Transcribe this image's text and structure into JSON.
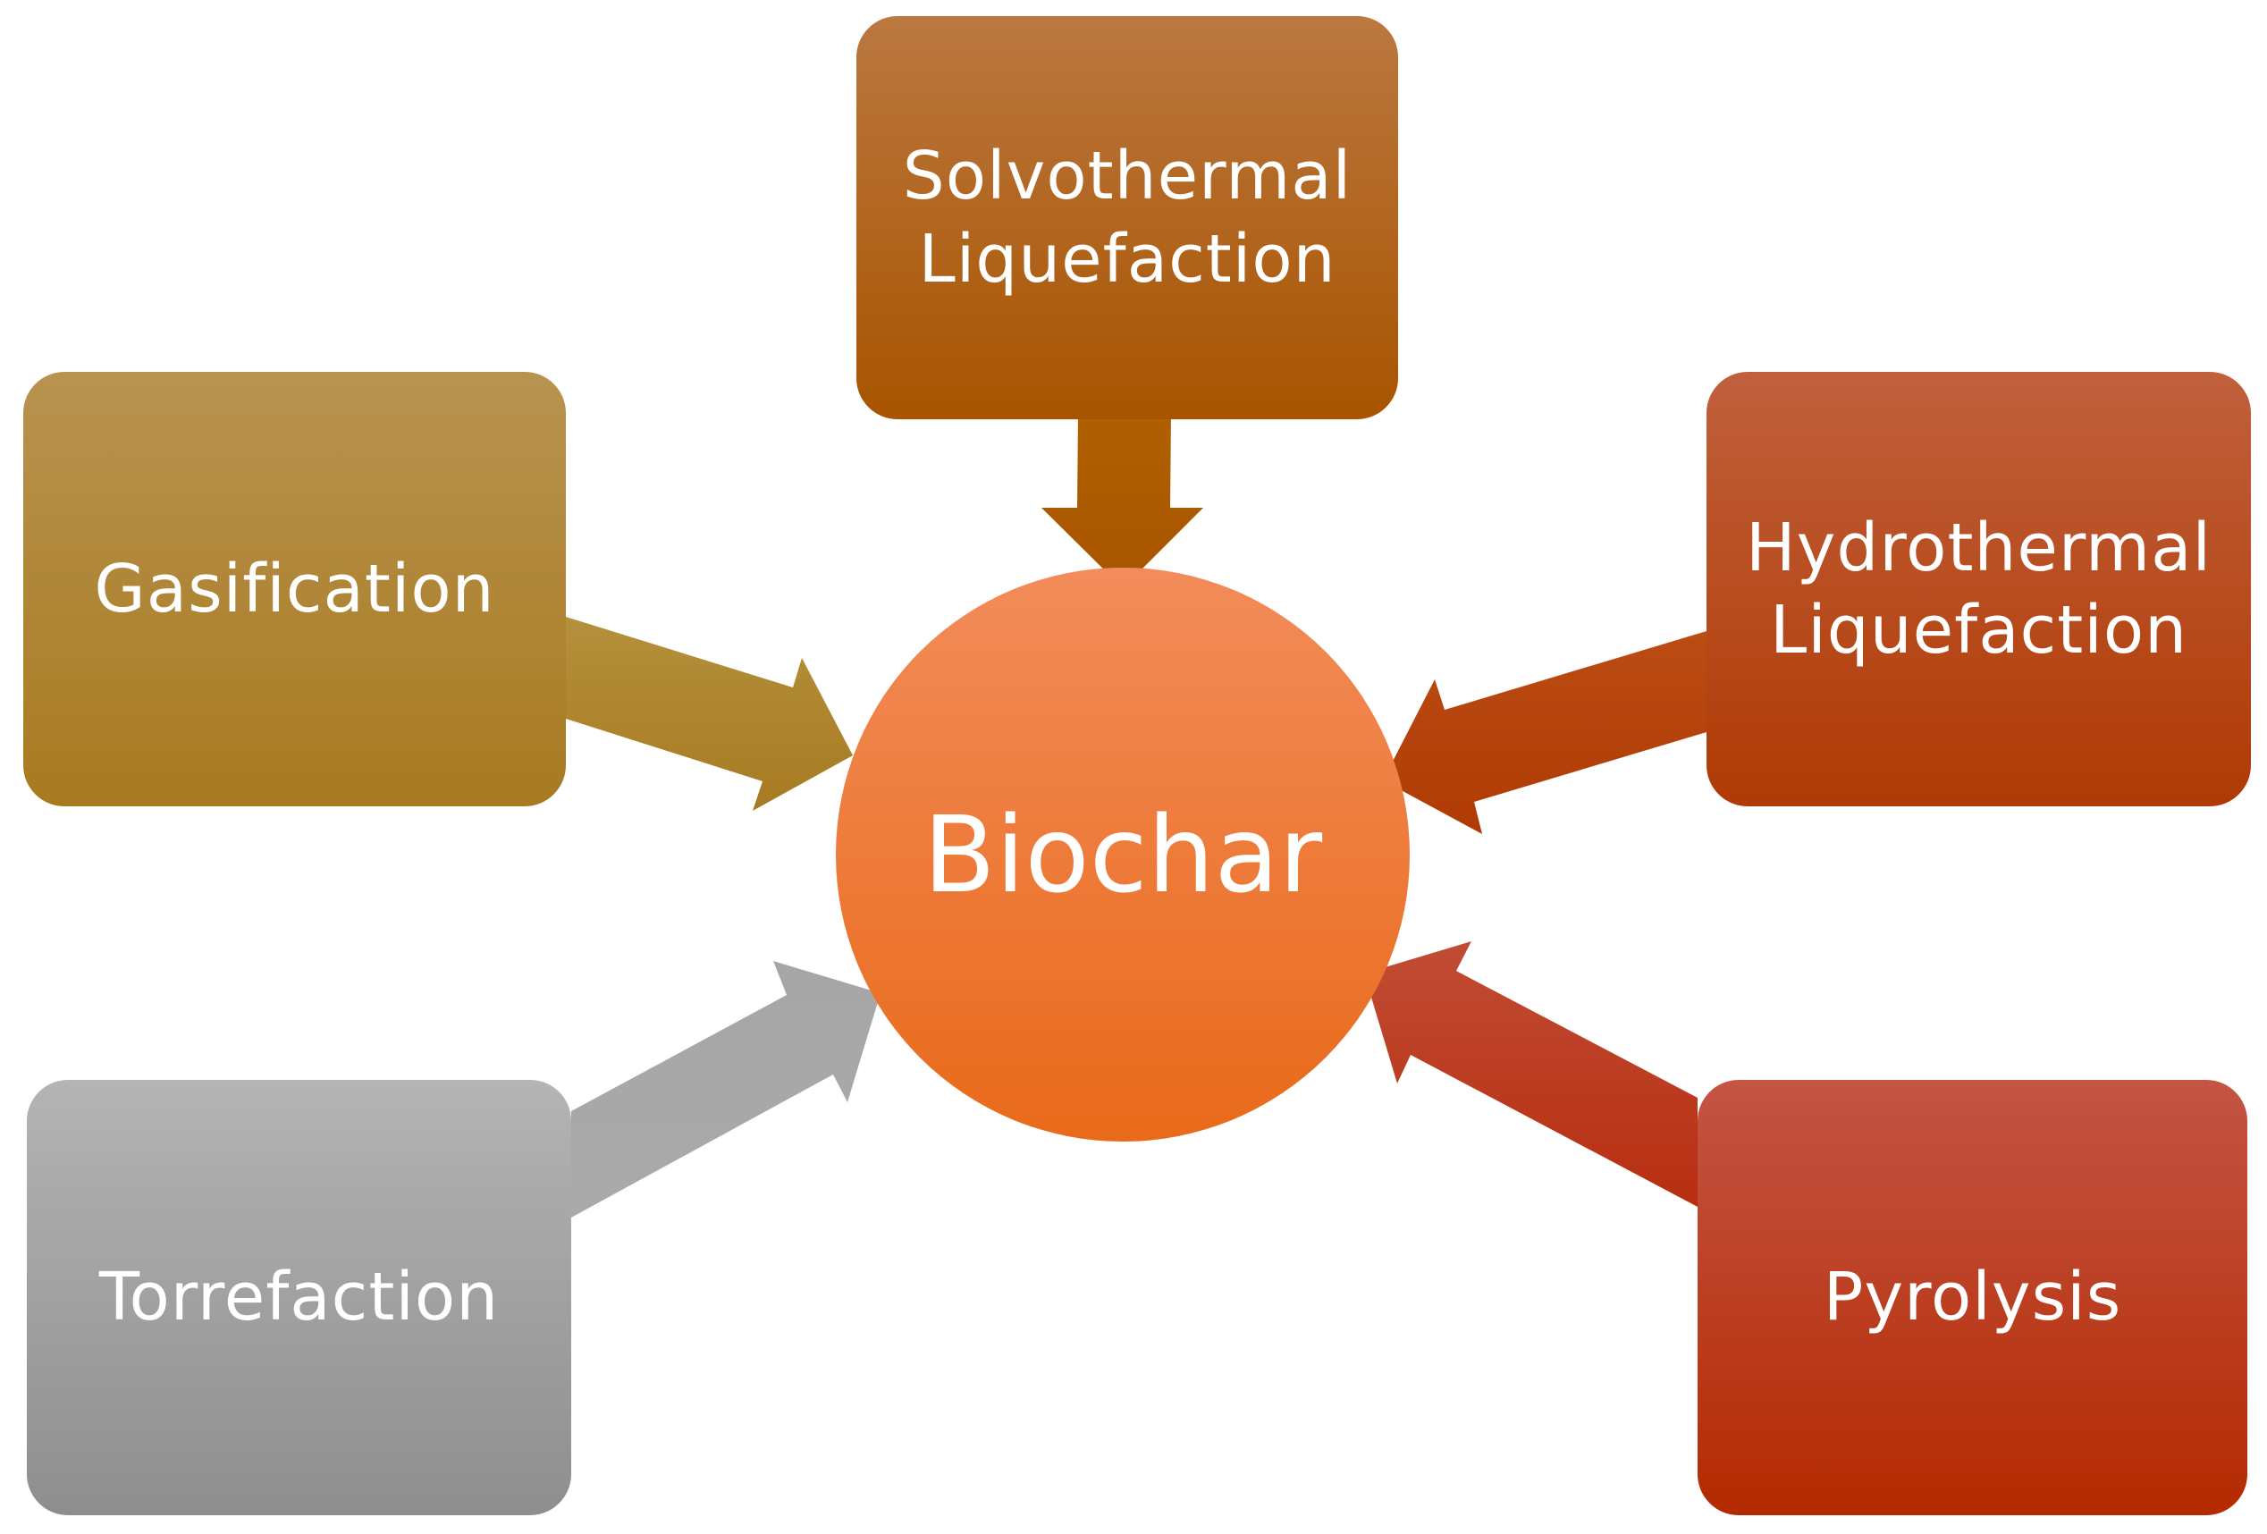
{
  "center": {
    "label": "Biochar"
  },
  "processes": {
    "solvothermal": {
      "label": "Solvothermal\nLiquefaction"
    },
    "gasification": {
      "label": "Gasification"
    },
    "hydrothermal": {
      "label": "Hydrothermal\nLiquefaction"
    },
    "torrefaction": {
      "label": "Torrefaction"
    },
    "pyrolysis": {
      "label": "Pyrolysis"
    }
  },
  "colors": {
    "solvothermal": "#b06000",
    "gasification": "#ad8124",
    "hydrothermal": "#b4400a",
    "torrefaction": "#a8a8a8",
    "pyrolysis": "#b93a1c",
    "center": "#ef7a30"
  }
}
